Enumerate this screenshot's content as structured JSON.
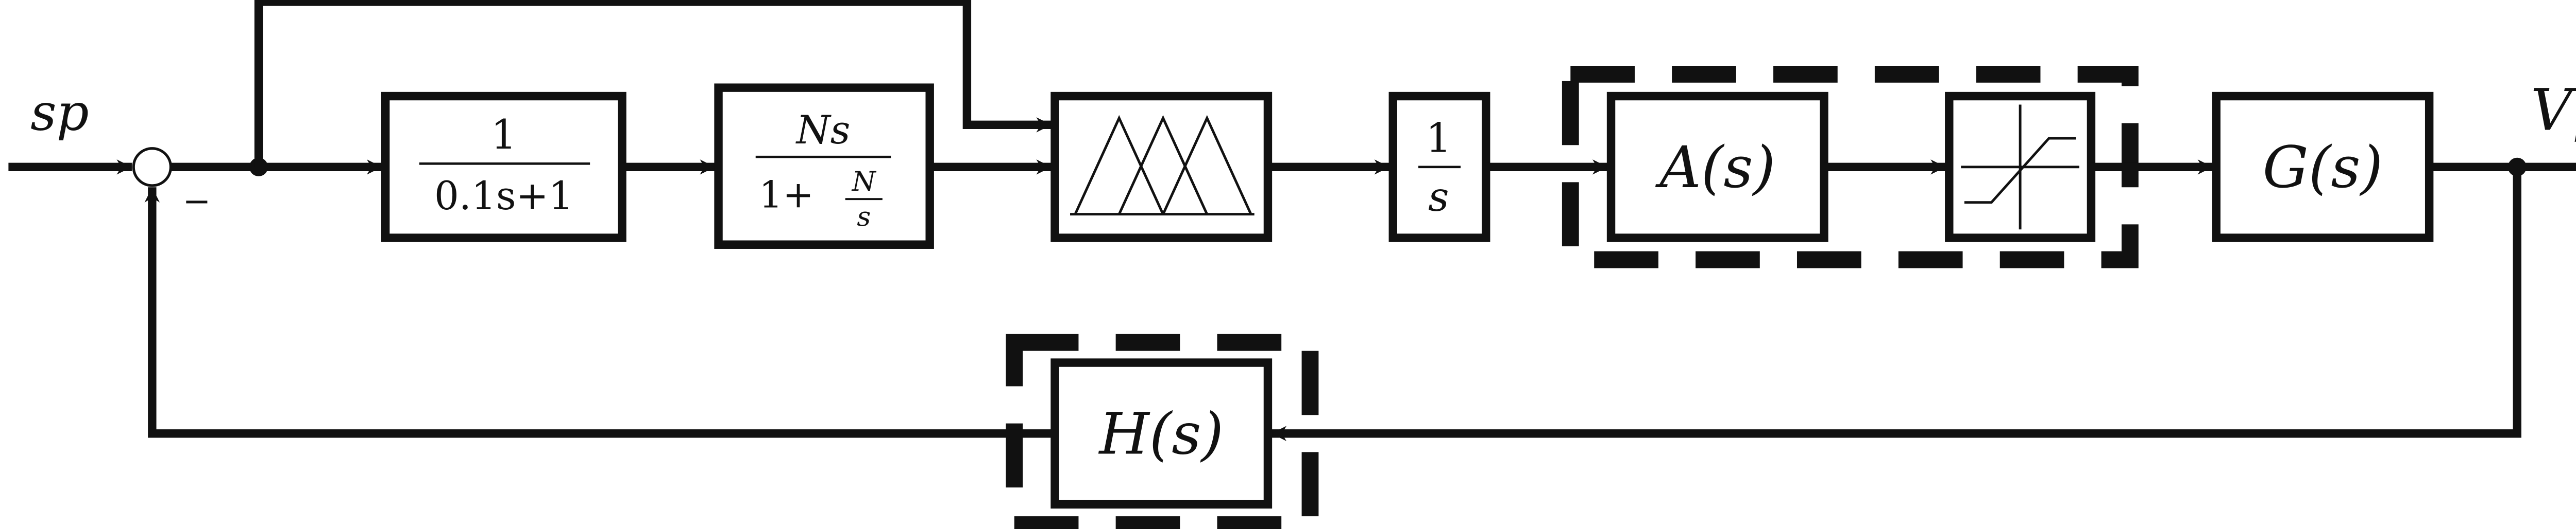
{
  "signals": {
    "input": "sp",
    "output": "Vp",
    "sum_sign": "−"
  },
  "blocks": {
    "filter": {
      "numerator": "1",
      "denominator": "0.1s+1"
    },
    "derivative": {
      "numerator": "Ns",
      "denominator_prefix": "1+",
      "denominator_frac_num": "N",
      "denominator_frac_den": "s"
    },
    "fuzzy": {
      "icon": "triangular-membership-functions-icon"
    },
    "integrator": {
      "numerator": "1",
      "denominator": "s"
    },
    "actuator": {
      "label": "A(s)"
    },
    "saturation": {
      "icon": "saturation-curve-icon"
    },
    "plant": {
      "label": "G(s)"
    },
    "sensor": {
      "label": "H(s)"
    }
  },
  "colors": {
    "stroke": "#111111",
    "background": "#ffffff"
  }
}
